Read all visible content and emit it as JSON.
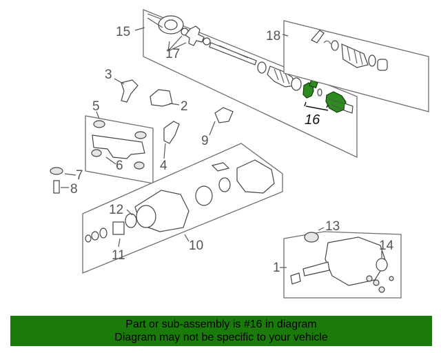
{
  "diagram": {
    "callouts": {
      "c1": "1",
      "c2": "2",
      "c3": "3",
      "c4": "4",
      "c5": "5",
      "c6": "6",
      "c7": "7",
      "c8": "8",
      "c9": "9",
      "c10": "10",
      "c11": "11",
      "c12": "12",
      "c13": "13",
      "c14": "14",
      "c15": "15",
      "c16": "16",
      "c17": "17",
      "c18": "18"
    },
    "highlighted_part": "16",
    "colors": {
      "highlight": "#2e8b1f",
      "banner": "#1a7a0a",
      "line": "#555555"
    }
  },
  "banner": {
    "line1": "Part or sub-assembly is #16 in diagram",
    "line2": "Diagram may not be specific to your vehicle"
  }
}
